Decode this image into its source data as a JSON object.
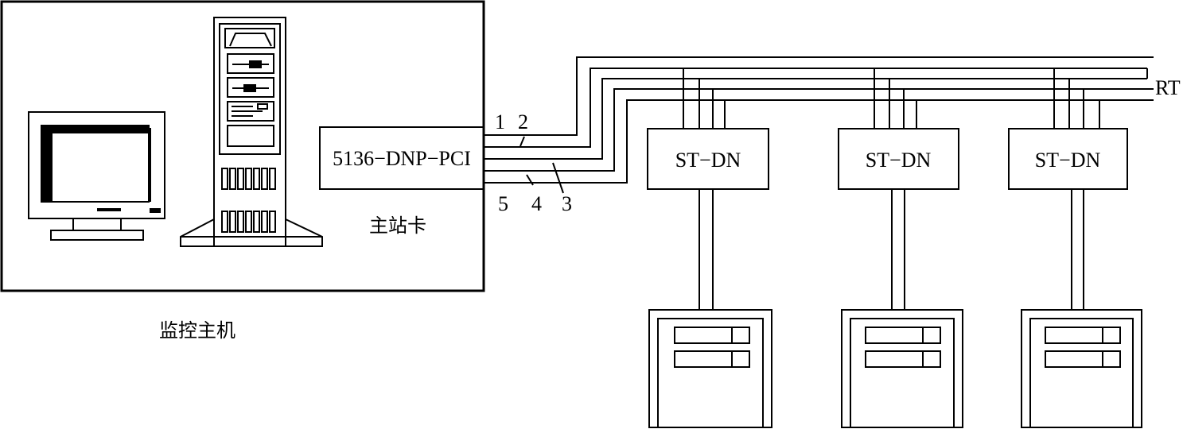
{
  "labels": {
    "card": "5136−DNP−PCI",
    "card_caption": "主站卡",
    "host_caption": "监控主机",
    "terminator": "RT",
    "node_label": "ST−DN",
    "wire_1": "1",
    "wire_2": "2",
    "wire_3": "3",
    "wire_4": "4",
    "wire_5": "5"
  },
  "nodes": [
    {
      "id": "node-1",
      "label": "ST−DN"
    },
    {
      "id": "node-2",
      "label": "ST−DN"
    },
    {
      "id": "node-3",
      "label": "ST−DN"
    }
  ],
  "colors": {
    "stroke": "#000000",
    "background": "#ffffff"
  }
}
